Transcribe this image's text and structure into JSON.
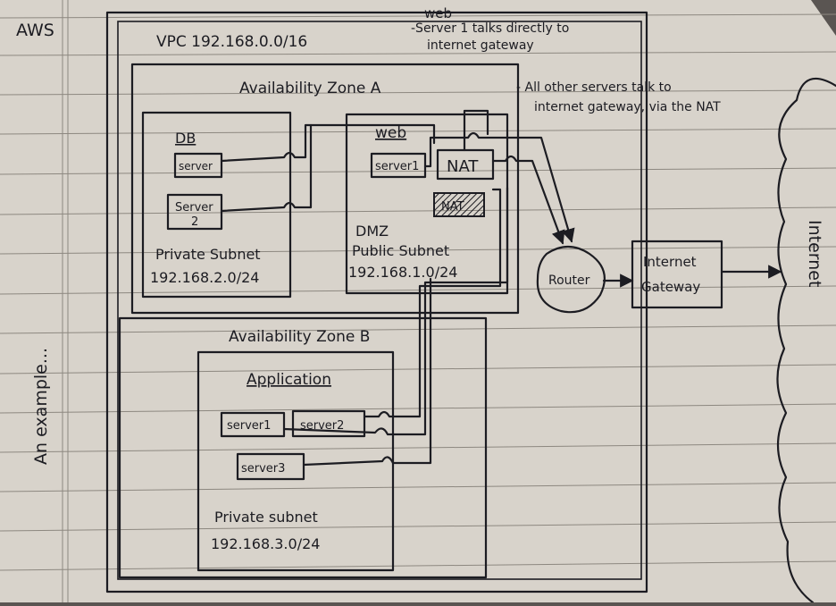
{
  "margin_note": "AWS",
  "side_caption": "An example...",
  "vpc": {
    "label": "VPC 192.168.0.0/16"
  },
  "notes": {
    "web_title": "web",
    "web_line1": "-Server 1 talks directly to",
    "web_line2": "internet gateway",
    "other_line1": "- All other servers talk to",
    "other_line2": "internet gateway, via the NAT"
  },
  "zone_a": {
    "label": "Availability Zone A",
    "db_subnet": {
      "title": "DB",
      "server1": "server",
      "server2_line1": "Server",
      "server2_line2": "2",
      "subnet_line1": "Private Subnet",
      "subnet_line2": "192.168.2.0/24"
    },
    "web_subnet": {
      "title": "web",
      "server1": "server1",
      "nat": "NAT",
      "nat_standby": "NAT",
      "subnet_line1": "DMZ",
      "subnet_line2": "Public Subnet",
      "subnet_line3": "192.168.1.0/24"
    }
  },
  "zone_b": {
    "label": "Availability Zone B",
    "app_subnet": {
      "title": "Application",
      "server1": "server1",
      "server2": "server2",
      "server3": "server3",
      "subnet_line1": "Private subnet",
      "subnet_line2": "192.168.3.0/24"
    }
  },
  "router": {
    "label": "Router"
  },
  "internet_gateway": {
    "line1": "Internet",
    "line2": "Gateway"
  },
  "internet": {
    "label": "Internet"
  }
}
